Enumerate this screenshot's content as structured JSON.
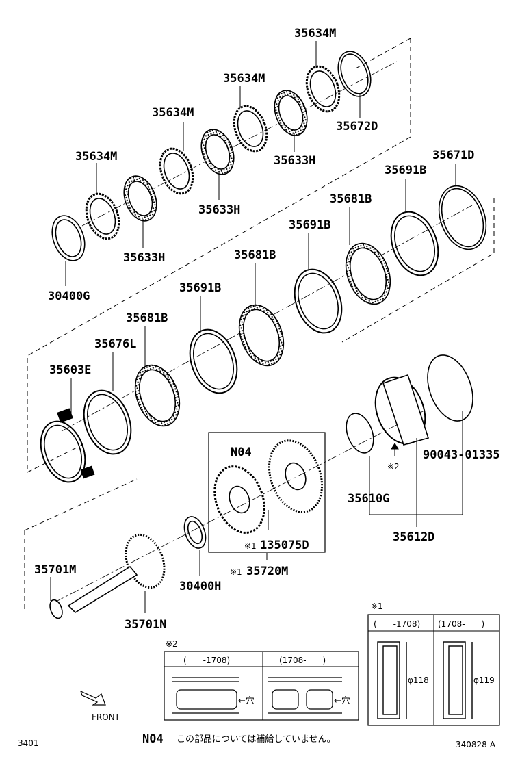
{
  "parts": {
    "p35634M_1": "35634M",
    "p35634M_2": "35634M",
    "p35634M_3": "35634M",
    "p35634M_4": "35634M",
    "p35672D": "35672D",
    "p35633H_1": "35633H",
    "p35633H_2": "35633H",
    "p35633H_3": "35633H",
    "p30400G": "30400G",
    "p35671D": "35671D",
    "p35691B_1": "35691B",
    "p35691B_2": "35691B",
    "p35691B_3": "35691B",
    "p35681B_1": "35681B",
    "p35681B_2": "35681B",
    "p35681B_3": "35681B",
    "p35676L": "35676L",
    "p35603E": "35603E",
    "pN04": "N04",
    "p135075D": "135075D",
    "p35720M": "35720M",
    "p35610G": "35610G",
    "p35612D": "35612D",
    "p90043": "90043-01335",
    "p35701M": "35701M",
    "p35701N": "35701N",
    "p30400H": "30400H"
  },
  "marks": {
    "note1_mark": "※1",
    "note2_mark": "※2",
    "note2_arrow_mark": "※2"
  },
  "inset1": {
    "label": "※1",
    "col1": "(　　-1708)",
    "col2": "(1708-　　)",
    "dim1": "φ118",
    "dim2": "φ119"
  },
  "inset2": {
    "label": "※2",
    "col1": "(　　-1708)",
    "col2": "(1708-　　)",
    "hole1": "←穴",
    "hole2": "←穴"
  },
  "footer": {
    "front": "FRONT",
    "page_left": "3401",
    "note_code": "N04",
    "note_text": "この部品については補給していません。",
    "page_right": "340828-A"
  }
}
